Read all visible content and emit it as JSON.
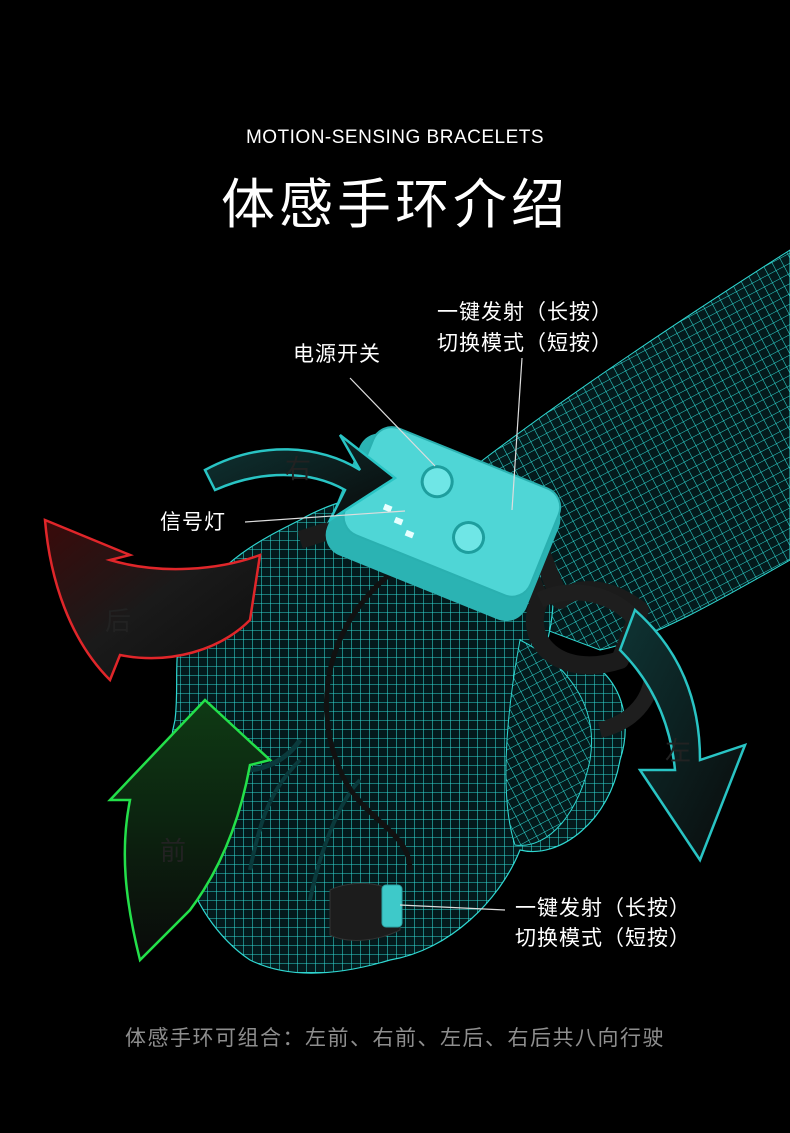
{
  "header": {
    "subtitle": "MOTION-SENSING BRACELETS",
    "title": "体感手环介绍"
  },
  "callouts": {
    "power_switch": "电源开关",
    "top_button_line1": "一键发射（长按）",
    "top_button_line2": "切换模式（短按）",
    "indicator_light": "信号灯",
    "finger_button_line1": "一键发射（长按）",
    "finger_button_line2": "切换模式（短按）"
  },
  "arrows": {
    "right": "右",
    "back": "后",
    "front": "前",
    "left": "左"
  },
  "footer": {
    "text": "体感手环可组合：左前、右前、左后、右后共八向行驶"
  },
  "colors": {
    "background": "#000000",
    "wireframe": "#2fd6d0",
    "device": "#3ec9c9",
    "arrow_red": "#e0262a",
    "arrow_green": "#23e04a",
    "arrow_cyan": "#29c4c4",
    "footer_text": "#8e8e8e"
  }
}
